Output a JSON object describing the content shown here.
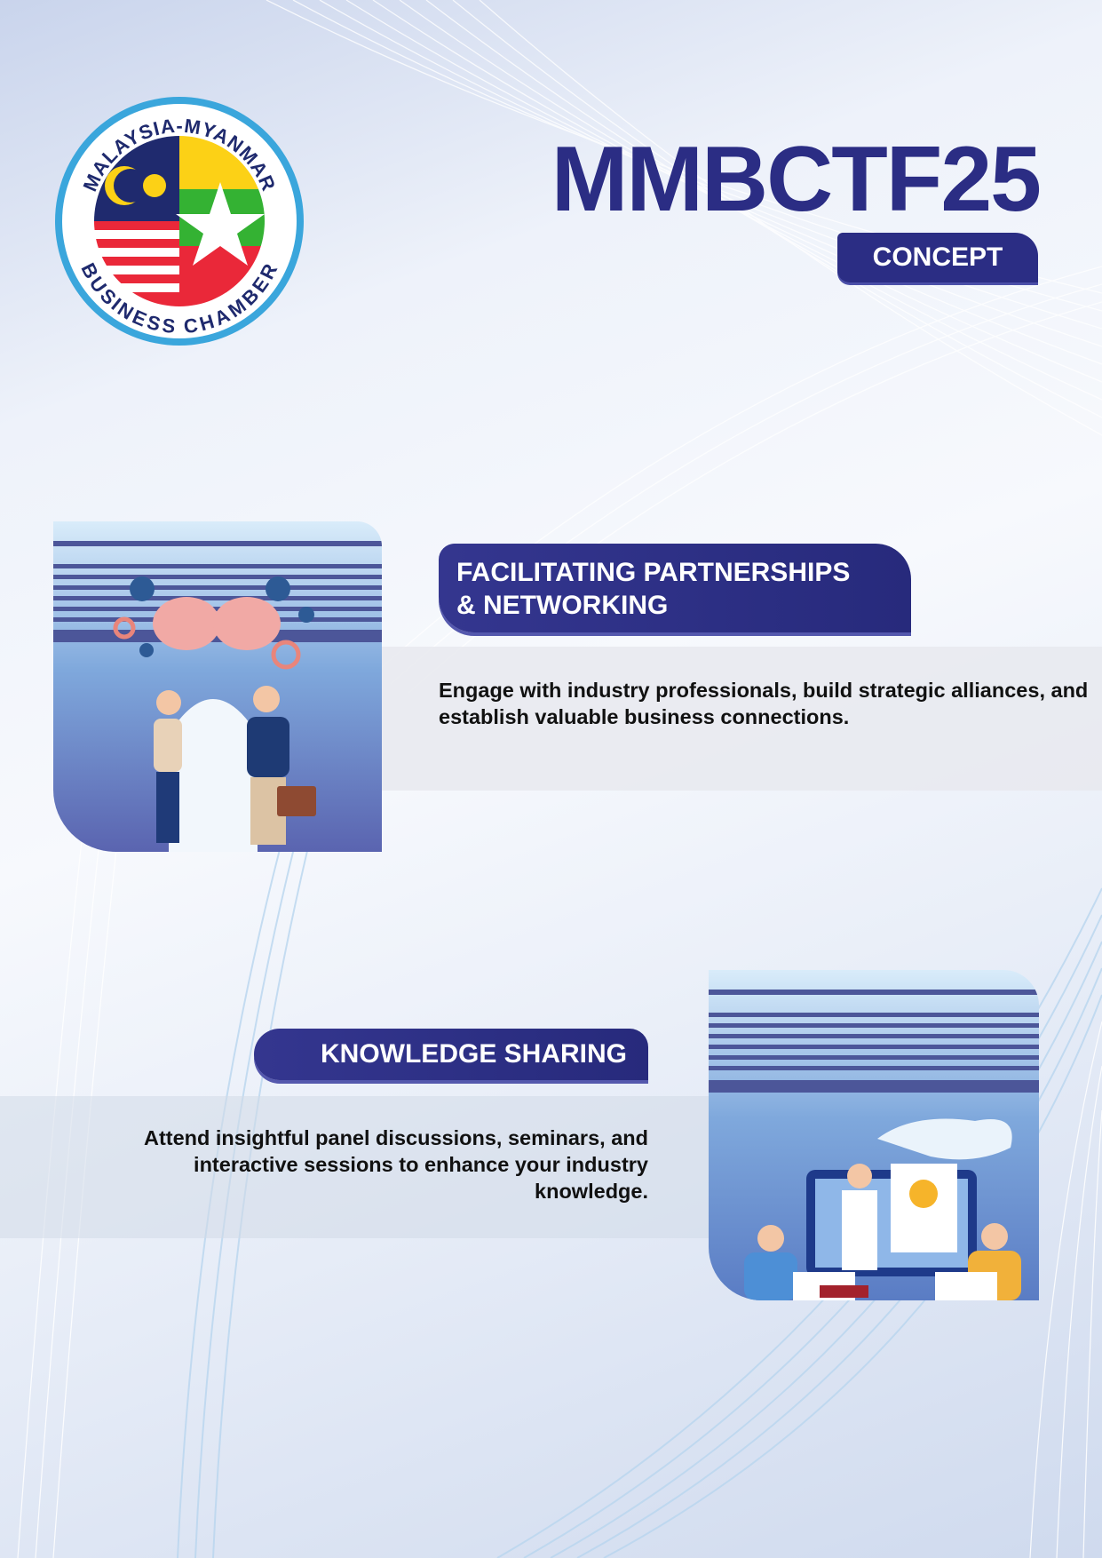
{
  "logo": {
    "top_text": "MALAYSIA-MYANMAR",
    "bottom_text": "BUSINESS CHAMBER",
    "colors": {
      "ring": "#3aa6dc",
      "navy": "#1f2a6e",
      "yellow": "#fcd116",
      "green": "#34b233",
      "red": "#ea2839"
    }
  },
  "header": {
    "title": "MMBCTF25",
    "badge": "CONCEPT"
  },
  "sections": [
    {
      "heading_line1": "FACILITATING PARTNERSHIPS",
      "heading_line2": "& NETWORKING",
      "description": "Engage with industry professionals, build strategic alliances, and establish valuable business connections.",
      "illustration": "handshake-networking-illustration"
    },
    {
      "heading": "KNOWLEDGE SHARING",
      "description_line1": "Attend insightful panel discussions, seminars, and",
      "description_line2": "interactive sessions to enhance your industry",
      "description_line3": "knowledge.",
      "illustration": "online-seminar-illustration"
    }
  ],
  "colors": {
    "brand_navy": "#2b2d84",
    "text": "#111111"
  }
}
